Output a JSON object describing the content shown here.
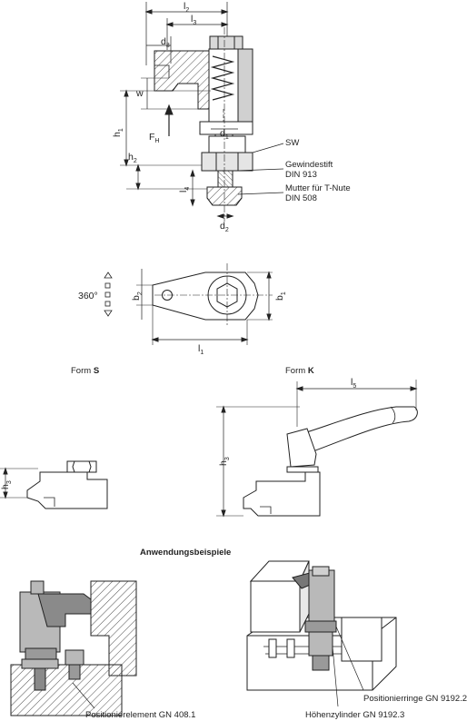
{
  "top_view": {
    "dims": {
      "l2": "l",
      "l2_sub": "2",
      "l3": "l",
      "l3_sub": "3",
      "d3": "d",
      "d3_sub": "3",
      "w": "w",
      "h1": "h",
      "h1_sub": "1",
      "fh": "F",
      "fh_sub": "H",
      "d1": "d",
      "d1_sub": "1",
      "h2": "h",
      "h2_sub": "2",
      "l4": "l",
      "l4_sub": "4",
      "d2": "d",
      "d2_sub": "2"
    },
    "callouts": {
      "sw": "SW",
      "gewindestift_1": "Gewindestift",
      "gewindestift_2": "DIN 913",
      "mutter_1": "Mutter für T-Nute",
      "mutter_2": "DIN 508"
    }
  },
  "plan_view": {
    "rotation": "360°",
    "b2": "b",
    "b2_sub": "2",
    "b1": "b",
    "b1_sub": "1",
    "l1": "l",
    "l1_sub": "1"
  },
  "forms": {
    "s_prefix": "Form ",
    "s_letter": "S",
    "k_prefix": "Form ",
    "k_letter": "K",
    "h3": "h",
    "h3_sub": "3",
    "h3k": "h",
    "h3k_sub": "3",
    "l5": "l",
    "l5_sub": "5"
  },
  "applications": {
    "heading": "Anwendungsbeispiele",
    "label_left": "Positionierelement GN 408.1",
    "label_rings": "Positionierringe GN 9192.2",
    "label_cyl": "Höhenzylinder GN 9192.3"
  },
  "colors": {
    "line": "#222222",
    "body": "#b9b9b9",
    "dark": "#8a8a8a",
    "hatch": "#555555"
  }
}
